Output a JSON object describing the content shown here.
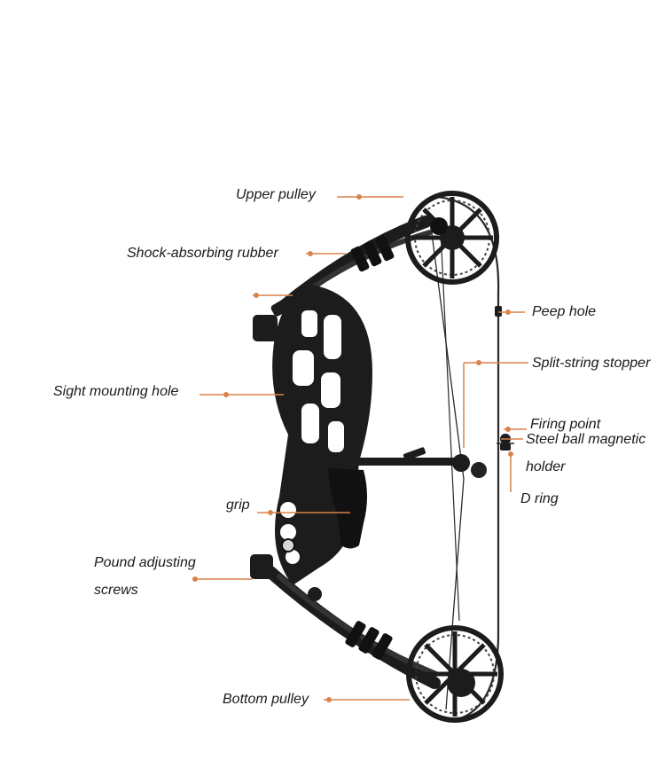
{
  "colors": {
    "leader": "#d9824a",
    "bow": "#1c1c1c",
    "string": "#2a2a2a",
    "text": "#1a1a1a"
  },
  "labels": {
    "upper_pulley": "Upper pulley",
    "shock_absorbing_rubber": "Shock-absorbing rubber",
    "peep_hole": "Peep hole",
    "split_string_stopper": "Split-string stopper",
    "sight_mounting_hole": "Sight mounting hole",
    "firing_point": "Firing point",
    "steel_ball_line1": "Steel ball magnetic",
    "steel_ball_line2": "holder",
    "d_ring": "D ring",
    "grip": "grip",
    "pound_line1": "Pound adjusting",
    "pound_line2": "screws",
    "bottom_pulley": "Bottom pulley"
  }
}
